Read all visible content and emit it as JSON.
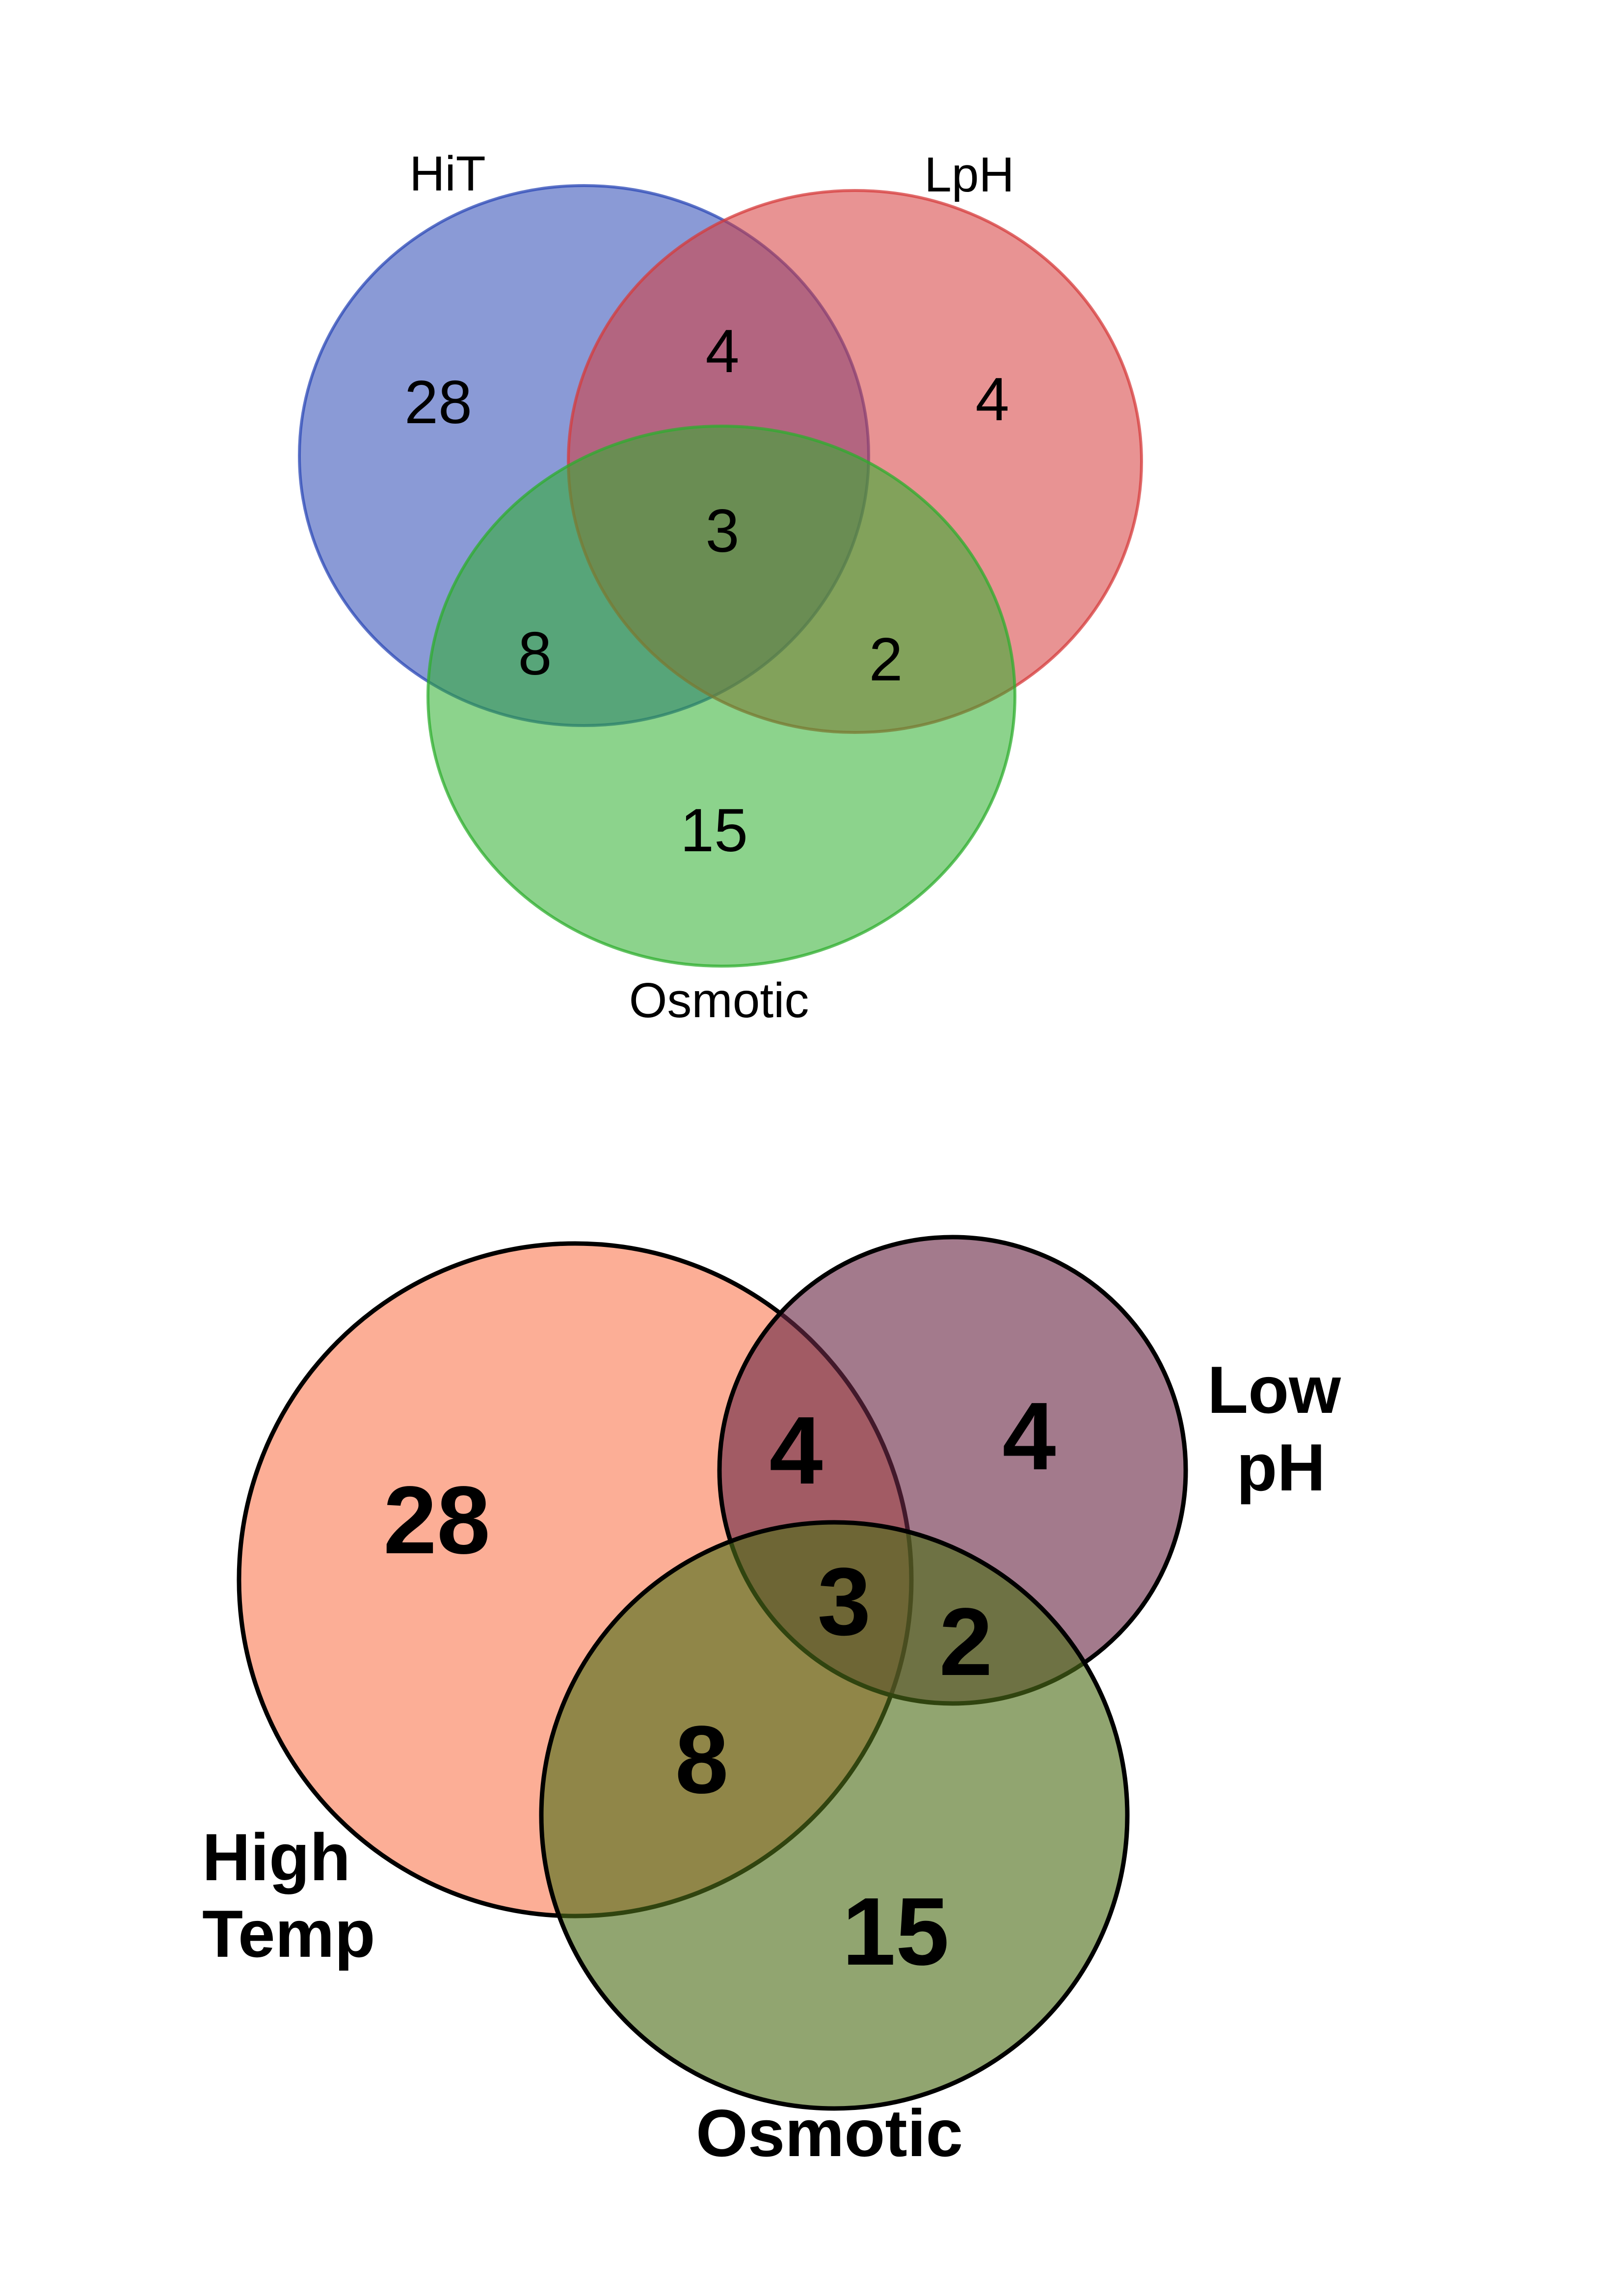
{
  "top_diagram": {
    "sets": [
      {
        "key": "hit",
        "label": "HiT",
        "fill": "#2A47B5",
        "stroke": "#2A47B5"
      },
      {
        "key": "lph",
        "label": "LpH",
        "fill": "#D53B3B",
        "stroke": "#D53B3B"
      },
      {
        "key": "osm",
        "label": "Osmotic",
        "fill": "#2EAE2E",
        "stroke": "#2EAE2E"
      }
    ],
    "regions": {
      "hit_only": "28",
      "lph_only": "4",
      "osm_only": "15",
      "hit_lph": "4",
      "hit_osm": "8",
      "lph_osm": "2",
      "all": "3"
    }
  },
  "bottom_diagram": {
    "sets": [
      {
        "key": "hit",
        "label_lines": [
          "High",
          "Temp"
        ],
        "fill": "#FB8C6A",
        "stroke": "#000000"
      },
      {
        "key": "lph",
        "label_lines": [
          "Low",
          "pH"
        ],
        "fill": "#6A2845",
        "stroke": "#000000"
      },
      {
        "key": "osm",
        "label_lines": [
          "Osmotic"
        ],
        "fill": "#4E6E18",
        "stroke": "#000000"
      }
    ],
    "regions": {
      "hit_only": "28",
      "lph_only": "4",
      "osm_only": "15",
      "hit_lph": "4",
      "hit_osm": "8",
      "lph_osm": "2",
      "all": "3"
    }
  }
}
